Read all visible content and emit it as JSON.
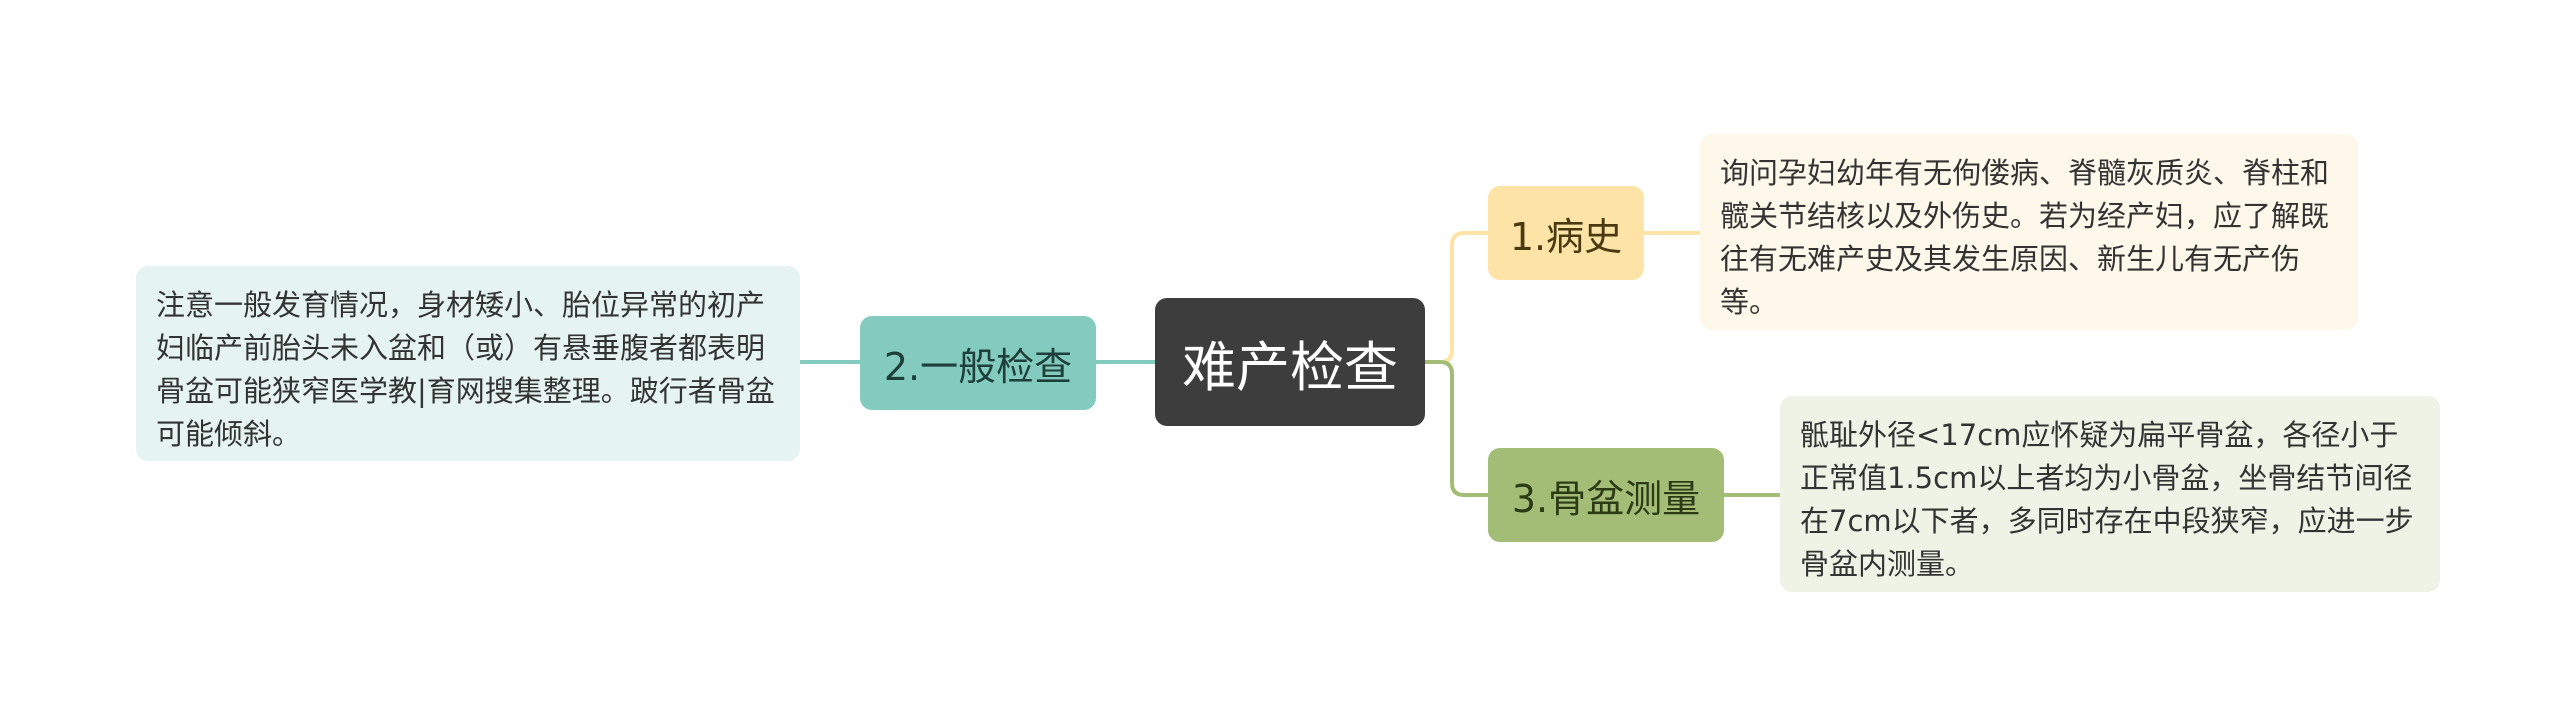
{
  "center": {
    "label": "难产检查"
  },
  "branches": [
    {
      "label": "1.病史",
      "color": "#fde3a5",
      "note": "询问孕妇幼年有无佝偻病、脊髓灰质炎、脊柱和髋关节结核以及外伤史。若为经产妇，应了解既往有无难产史及其发生原因、新生儿有无产伤等。"
    },
    {
      "label": "2.一般检查",
      "color": "#82cbbe",
      "note": "注意一般发育情况，身材矮小、胎位异常的初产妇临产前胎头未入盆和（或）有悬垂腹者都表明骨盆可能狭窄医学教|育网搜集整理。跛行者骨盆可能倾斜。"
    },
    {
      "label": "3.骨盆测量",
      "color": "#a3bd77",
      "note": "骶耻外径<17cm应怀疑为扁平骨盆，各径小于正常值1.5cm以上者均为小骨盆，坐骨结节间径在7cm以下者，多同时存在中段狭窄，应进一步骨盆内测量。"
    }
  ]
}
